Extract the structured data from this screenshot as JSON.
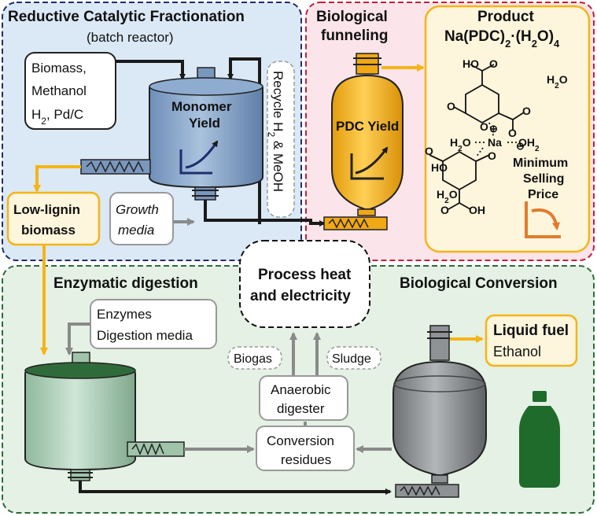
{
  "panels": {
    "rcf": {
      "title": "Reductive Catalytic Fractionation",
      "subtitle": "(batch reactor)"
    },
    "funnel": {
      "title_line1": "Biological",
      "title_line2": "funneling"
    },
    "product": {
      "title": "Product"
    },
    "enzymatic": {
      "title": "Enzymatic digestion"
    },
    "conversion": {
      "title": "Biological Conversion"
    }
  },
  "inputs": {
    "biomass_line1": "Biomass,",
    "biomass_line2": "Methanol",
    "biomass_line3_main": "H",
    "biomass_line3_sub": "2",
    "biomass_line3_rest": ", Pd/C",
    "recycle_main": "Recycle H",
    "recycle_sub": "2",
    "recycle_rest": " & MeOH",
    "growth_line1": "Growth",
    "growth_line2": "media",
    "enzymes_line1": "Enzymes",
    "enzymes_line2": "Digestion media"
  },
  "reactors": {
    "rcf_label_line1": "Monomer",
    "rcf_label_line2": "Yield",
    "pdc_label": "PDC Yield"
  },
  "boxes": {
    "low_lignin_line1": "Low-lignin",
    "low_lignin_line2": "biomass",
    "process_heat_line1": "Process heat",
    "process_heat_line2": "and electricity",
    "biogas": "Biogas",
    "sludge": "Sludge",
    "anaerobic_line1": "Anaerobic",
    "anaerobic_line2": "digester",
    "residues_line1": "Conversion",
    "residues_line2": "residues",
    "fuel_line1": "Liquid fuel",
    "fuel_line2": "Ethanol"
  },
  "molecule": {
    "formula_prefix": "Na(PDC)",
    "formula_sub1": "2",
    "formula_mid": "·(H",
    "formula_sub2": "2",
    "formula_o": "O)",
    "formula_sub3": "4",
    "ho_top": "HO",
    "ho_left": "HO",
    "oh_bottom": "OH",
    "o": "O",
    "na": "Na",
    "plus": "⊕",
    "minus": "⊖",
    "h2o_main": "H",
    "h2o_sub": "2",
    "h2o_rest": "O",
    "oh2_rest_main": "OH",
    "oh2_sub": "2",
    "msp_line1": "Minimum",
    "msp_line2": "Selling",
    "msp_line3": "Price"
  },
  "colors": {
    "rcf_fill": "#dbe9f6",
    "rcf_border": "#1f2d6e",
    "funnel_fill": "#fbe4ea",
    "funnel_border": "#c0203a",
    "product_fill": "#fdf5dc",
    "bio_fill": "#e4f1e4",
    "bio_border": "#2f6b3a",
    "steel_blue": "#7fa0c6",
    "gold": "#f5b417",
    "green_reactor": "#a9cdb5",
    "gray_reactor": "#8f9295",
    "orange_text": "#e27b2e",
    "bottle": "#1f6b2c"
  }
}
